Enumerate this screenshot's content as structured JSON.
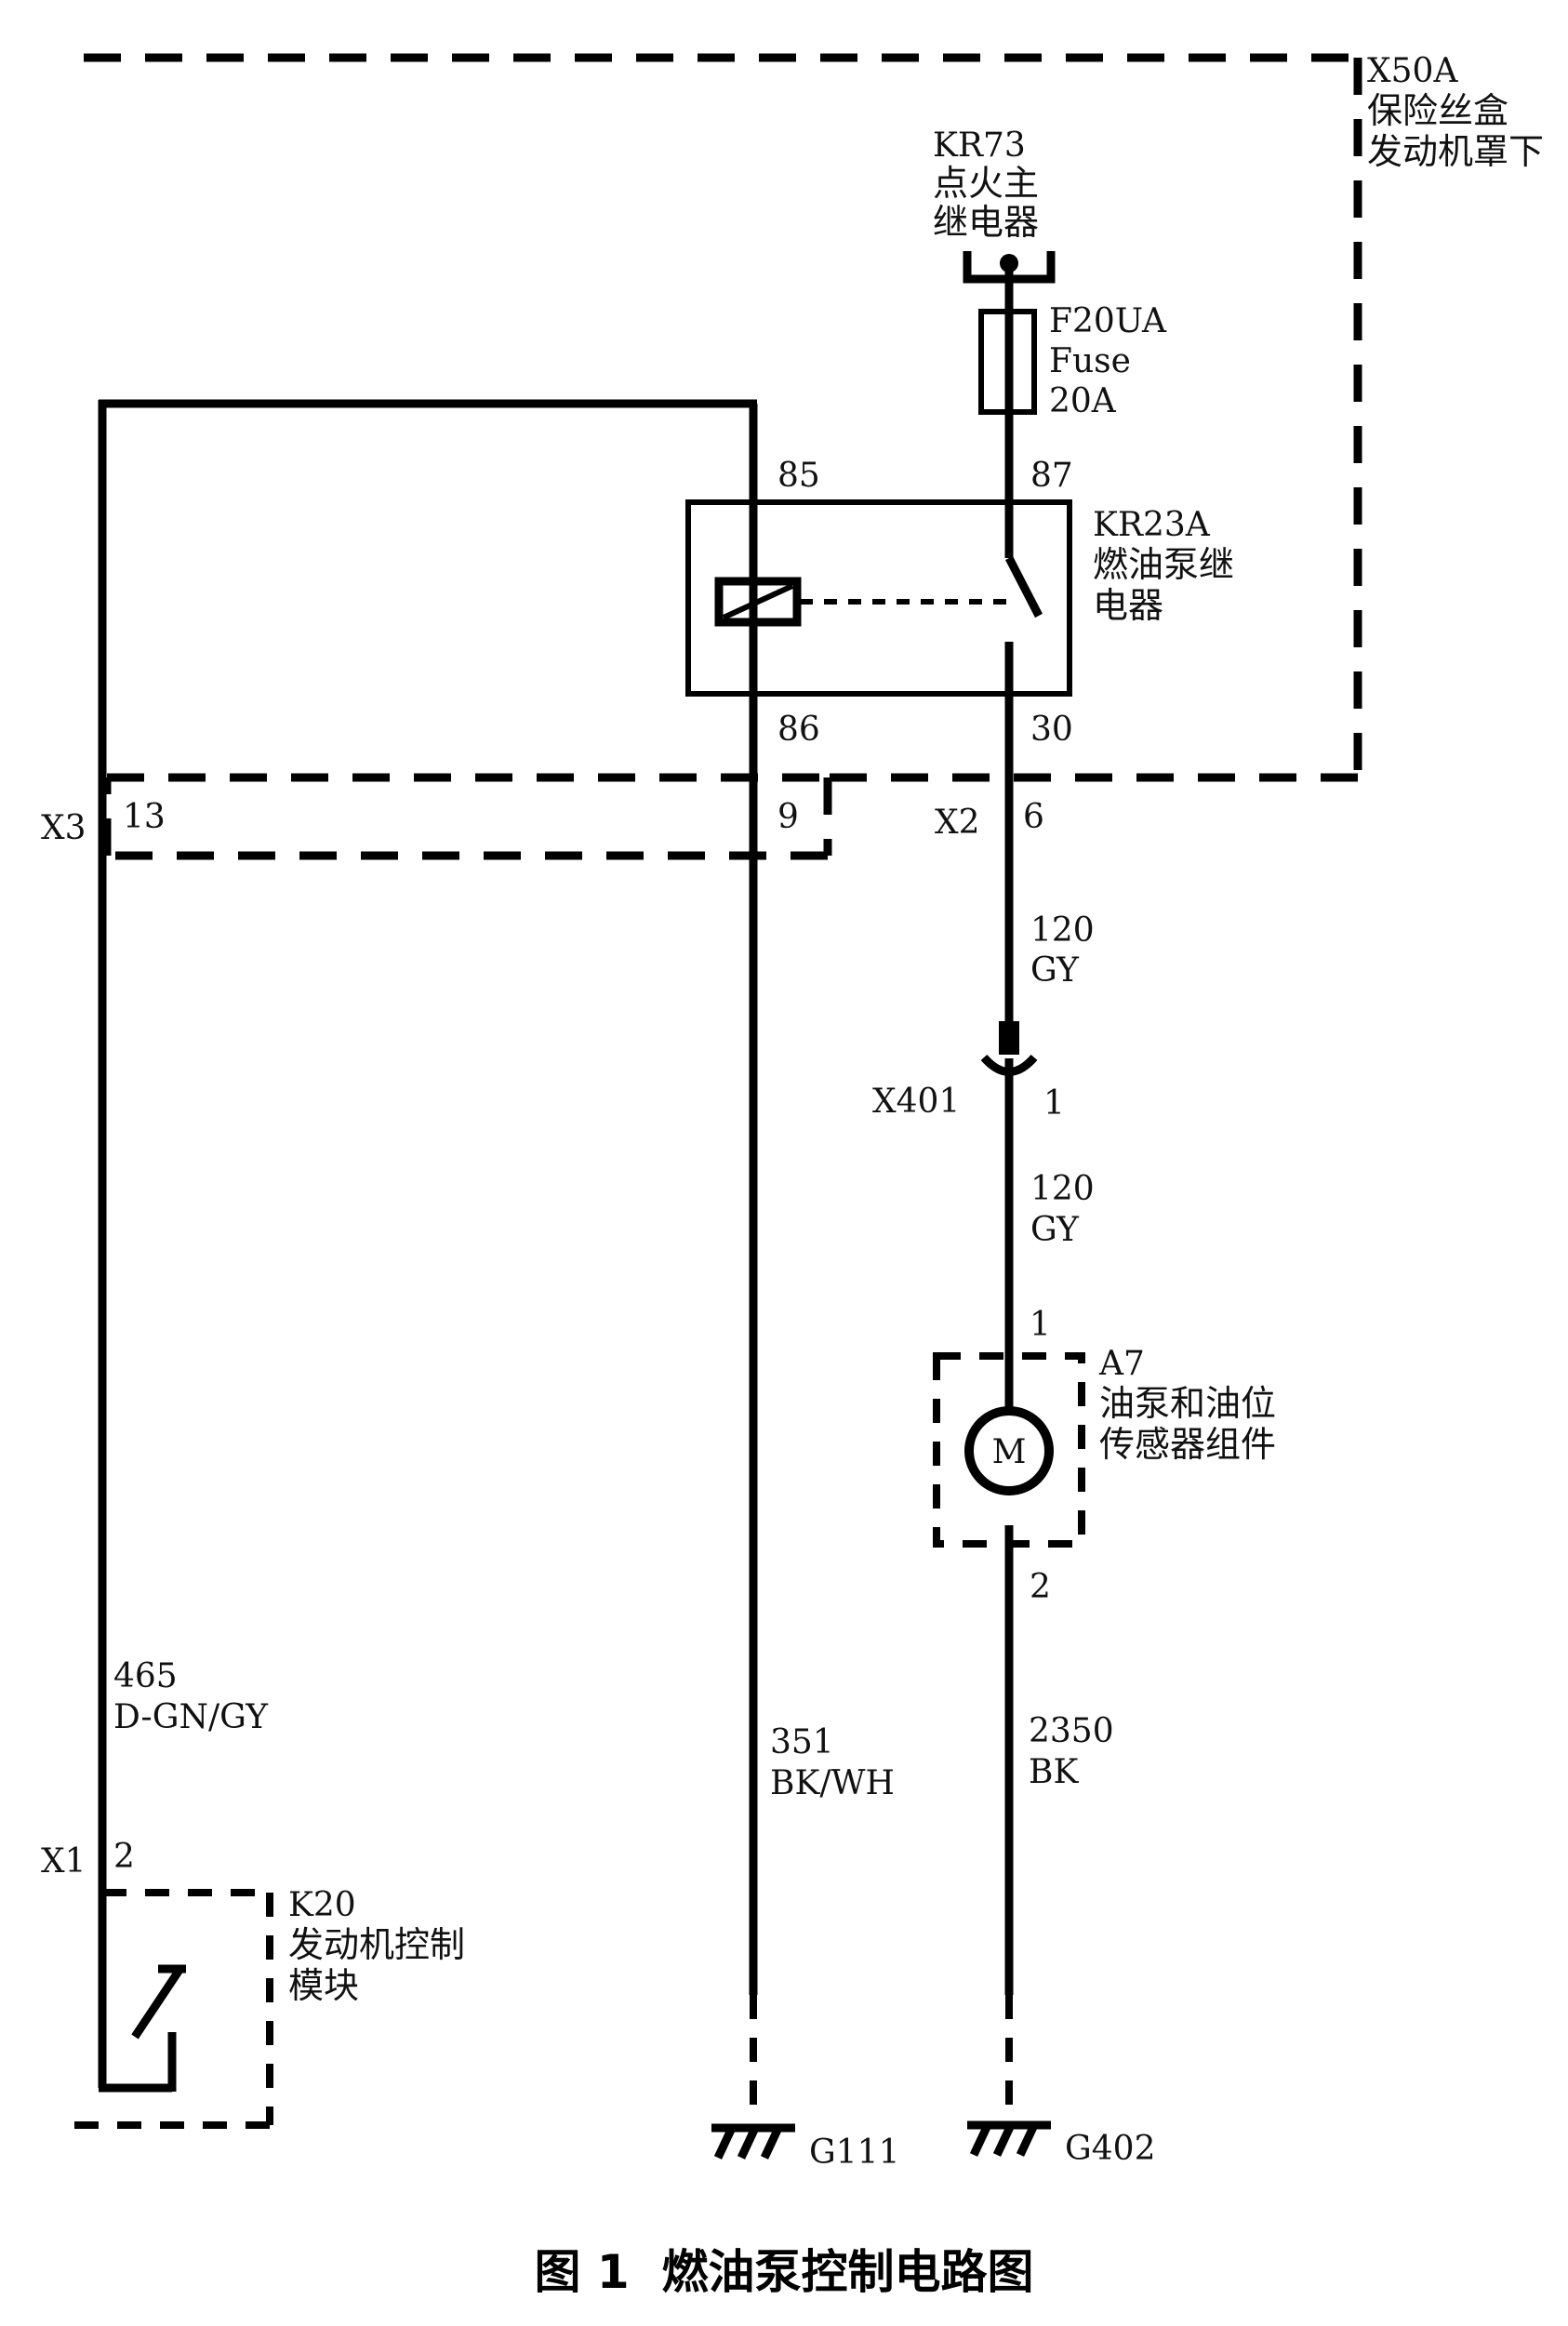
{
  "caption": "图 1  燃油泵控制电路图",
  "fuse_box": {
    "id": "X50A",
    "name_1": "保险丝盒",
    "name_2": "发动机罩下"
  },
  "ignition_relay": {
    "id": "KR73",
    "name_1": "点火主",
    "name_2": "继电器"
  },
  "fuse": {
    "id": "F20UA",
    "type": "Fuse",
    "rating": "20A"
  },
  "pump_relay": {
    "id": "KR23A",
    "name_1": "燃油泵继",
    "name_2": "电器",
    "pin_85": "85",
    "pin_86": "86",
    "pin_87": "87",
    "pin_30": "30"
  },
  "connectors": {
    "x3": "X3",
    "x3_pin": "13",
    "x3_pin_b": "9",
    "x2": "X2",
    "x2_pin": "6",
    "x401": "X401",
    "x401_pin": "1",
    "x1": "X1",
    "x1_pin": "2"
  },
  "wires": {
    "gy_upper": {
      "circuit": "120",
      "color": "GY"
    },
    "gy_lower": {
      "circuit": "120",
      "color": "GY"
    },
    "ecm": {
      "circuit": "465",
      "color": "D-GN/GY"
    },
    "relay_ground": {
      "circuit": "351",
      "color": "BK/WH"
    },
    "pump_ground": {
      "circuit": "2350",
      "color": "BK"
    }
  },
  "pump": {
    "id": "A7",
    "name_1": "油泵和油位",
    "name_2": "传感器组件",
    "pin_1": "1",
    "pin_2": "2",
    "motor": "M"
  },
  "ecm": {
    "id": "K20",
    "name_1": "发动机控制",
    "name_2": "模块"
  },
  "grounds": {
    "g111": "G111",
    "g402": "G402"
  }
}
